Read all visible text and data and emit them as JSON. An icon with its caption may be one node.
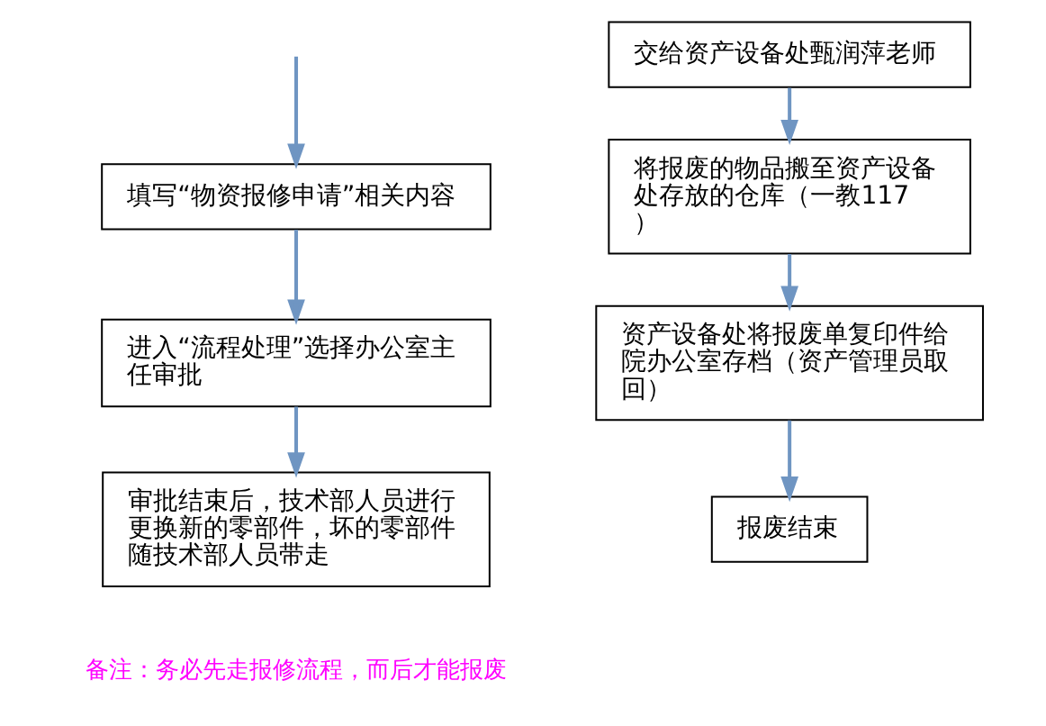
{
  "diagram": {
    "nodes": [
      {
        "text": [
          "填写“物资报修申请”相关内容"
        ]
      },
      {
        "text": [
          "进入“流程处理”选择办公室主任审批"
        ]
      },
      {
        "text": [
          "审批结束后，技术部人员进行更换新的零部件，坏的零部件随技术部人员带走"
        ]
      },
      {
        "text": [
          "交给资产设备处甄润萍老师"
        ]
      },
      {
        "text": [
          "将报废的物品搬至资产设备处存放的仓库（一教117）"
        ]
      },
      {
        "text": [
          "资产设备处将报废单复印件给院办公室存档（资产管理员取回）"
        ]
      },
      {
        "text": [
          "报废结束"
        ]
      }
    ],
    "edges": [
      {
        "from": null,
        "to": 0,
        "arrow": "to"
      },
      {
        "from": 0,
        "to": 1,
        "arrow": "to"
      },
      {
        "from": 1,
        "to": 2,
        "arrow": "to"
      },
      {
        "from": 3,
        "to": 4,
        "arrow": "to"
      },
      {
        "from": 4,
        "to": 5,
        "arrow": "to"
      },
      {
        "from": 5,
        "to": 6,
        "arrow": "to"
      }
    ],
    "labels": [
      "备注：务必先走报修流程，而后才能报废"
    ]
  }
}
